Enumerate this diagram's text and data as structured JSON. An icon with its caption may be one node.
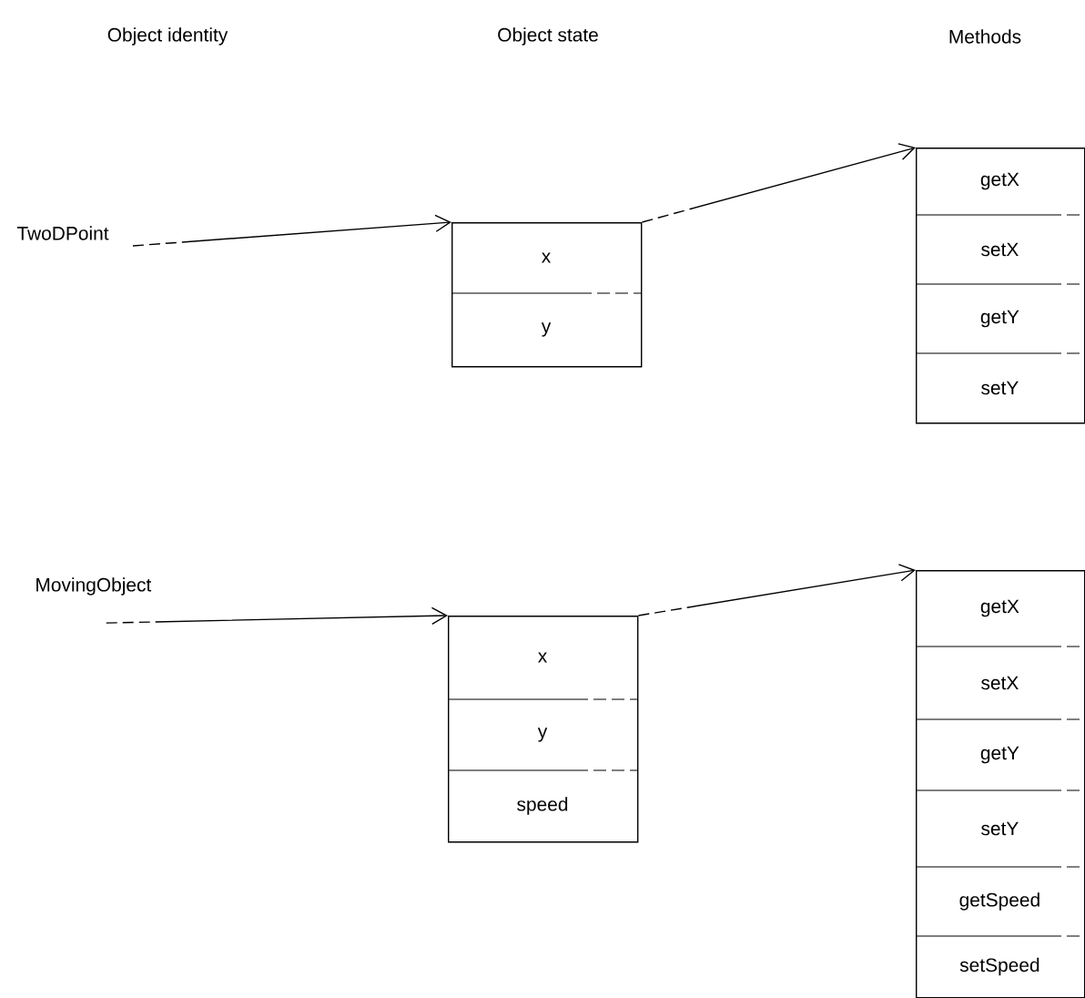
{
  "diagram": {
    "nodes": [
      {
        "text": [
          "TwoDPoint"
        ]
      },
      {
        "text": [],
        "shape": "box"
      },
      {
        "text": [
          "x"
        ],
        "in": 1
      },
      {
        "text": [
          "y"
        ],
        "in": 1
      },
      {
        "text": [],
        "shape": "box"
      },
      {
        "text": [
          "getX"
        ],
        "in": 4
      },
      {
        "text": [
          "setX"
        ],
        "in": 4
      },
      {
        "text": [
          "getY"
        ],
        "in": 4
      },
      {
        "text": [
          "setY"
        ],
        "in": 4
      },
      {
        "text": [
          "MovingObject"
        ]
      },
      {
        "text": [],
        "shape": "box"
      },
      {
        "text": [
          "x"
        ],
        "in": 10
      },
      {
        "text": [
          "y"
        ],
        "in": 10
      },
      {
        "text": [
          "speed"
        ],
        "in": 10
      },
      {
        "text": [],
        "shape": "box"
      },
      {
        "text": [
          "getX"
        ],
        "in": 14
      },
      {
        "text": [
          "setX"
        ],
        "in": 14
      },
      {
        "text": [
          "getY"
        ],
        "in": 14
      },
      {
        "text": [
          "setY"
        ],
        "in": 14
      },
      {
        "text": [
          "getSpeed"
        ],
        "in": 14
      },
      {
        "text": [
          "setSpeed"
        ],
        "in": 14
      }
    ],
    "edges": [
      {
        "from": 0,
        "to": 1,
        "arrow": "to"
      },
      {
        "from": 1,
        "to": 4,
        "arrow": "to"
      },
      {
        "from": 9,
        "to": 10,
        "arrow": "to"
      },
      {
        "from": 10,
        "to": 14,
        "arrow": "to"
      }
    ],
    "labels": [
      "Object identity",
      "Object state",
      "Methods"
    ]
  }
}
